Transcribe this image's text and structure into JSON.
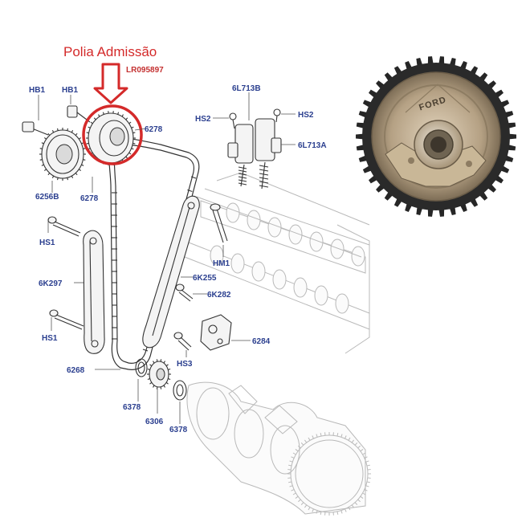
{
  "callout": {
    "title": "Polia Admissão",
    "part_number": "LR095897",
    "color": "#d42a2a"
  },
  "label_color": "#2b3f8f",
  "photo": {
    "engraving": "FORD",
    "gear_color": "#b5a184"
  },
  "labels": {
    "hb1_left": "HB1",
    "hb1_right": "HB1",
    "l6256b": "6256B",
    "l6278_top": "6278",
    "l6278_bottom": "6278",
    "hs2_left": "HS2",
    "hs2_right": "HS2",
    "l6l713b": "6L713B",
    "l6l713a": "6L713A",
    "hs1_top": "HS1",
    "hs1_bottom": "HS1",
    "l6k297": "6K297",
    "hm1": "HM1",
    "l6k255": "6K255",
    "l6k282": "6K282",
    "l6284": "6284",
    "hs3": "HS3",
    "l6268": "6268",
    "l6378_left": "6378",
    "l6306": "6306",
    "l6378_right": "6378"
  }
}
